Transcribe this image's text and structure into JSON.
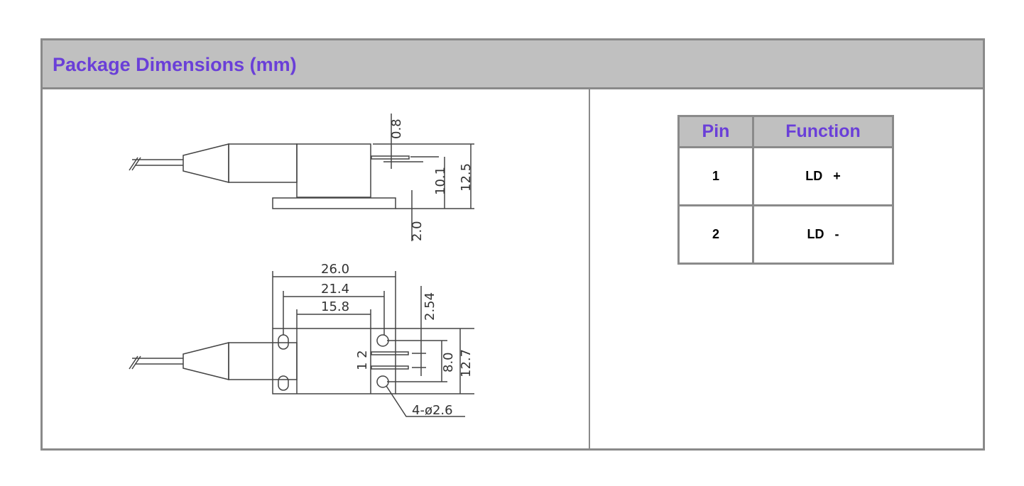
{
  "section": {
    "title": "Package Dimensions (mm)"
  },
  "drawing": {
    "side_view": {
      "dims": [
        "0.8",
        "10.1",
        "12.5",
        "2.0"
      ]
    },
    "top_view": {
      "dims": [
        "26.0",
        "21.4",
        "15.8",
        "2.54",
        "8.0",
        "12.7"
      ],
      "pin_labels": "1 2",
      "hole_note": "4-ø2.6"
    }
  },
  "pin_table": {
    "headers": [
      "Pin",
      "Function"
    ],
    "rows": [
      {
        "pin": "1",
        "function": "LD   +"
      },
      {
        "pin": "2",
        "function": "LD   -"
      }
    ]
  },
  "colors": {
    "accent": "#6a3fd8",
    "header_bg": "#c0c0c0",
    "border": "#8a8a8a"
  }
}
